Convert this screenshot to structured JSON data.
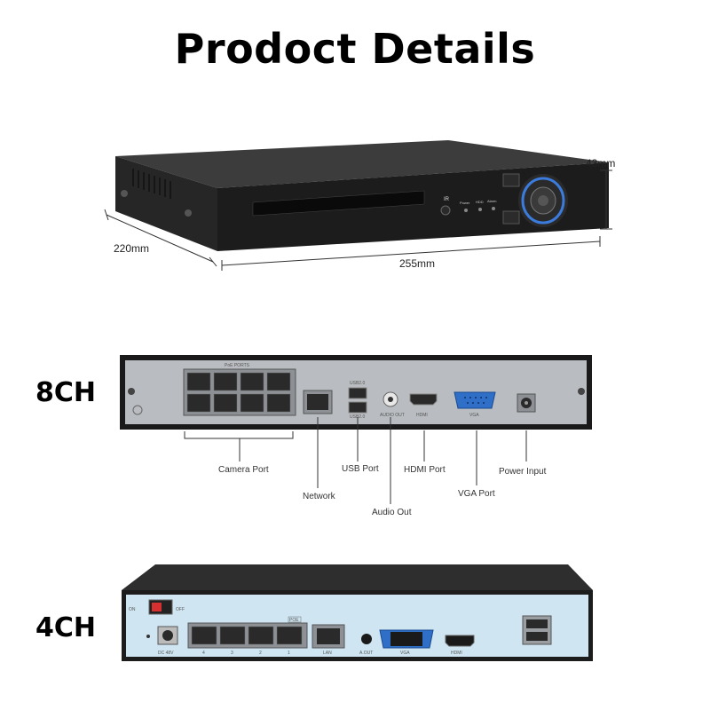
{
  "title": "Prodoct Details",
  "front_view": {
    "dimensions": {
      "height": "43mm",
      "depth": "220mm",
      "width": "255mm"
    },
    "panel_labels": {
      "ir": "IR",
      "power": "Power",
      "hdd": "HDD",
      "alarm": "Alarm"
    }
  },
  "rear_8ch": {
    "label": "8CH",
    "panel_text": {
      "poe_ports": "PoE PORTS",
      "usb1": "USB2.0",
      "usb2": "USB2.0",
      "audio_out": "AUDIO OUT",
      "hdmi": "HDMI",
      "vga": "VGA"
    },
    "callouts": {
      "camera_port": "Camera Port",
      "network": "Network",
      "usb_port": "USB Port",
      "audio_out": "Audio Out",
      "hdmi_port": "HDMI Port",
      "vga_port": "VGA Port",
      "power_input": "Power Input"
    }
  },
  "rear_4ch": {
    "label": "4CH",
    "panel_text": {
      "on": "ON",
      "off": "OFF",
      "dc": "DC 48V",
      "poe": "POE",
      "lan": "LAN",
      "aout": "A.OUT",
      "vga": "VGA",
      "hdmi": "HDMI"
    },
    "port_numbers": [
      "4",
      "3",
      "2",
      "1"
    ]
  }
}
